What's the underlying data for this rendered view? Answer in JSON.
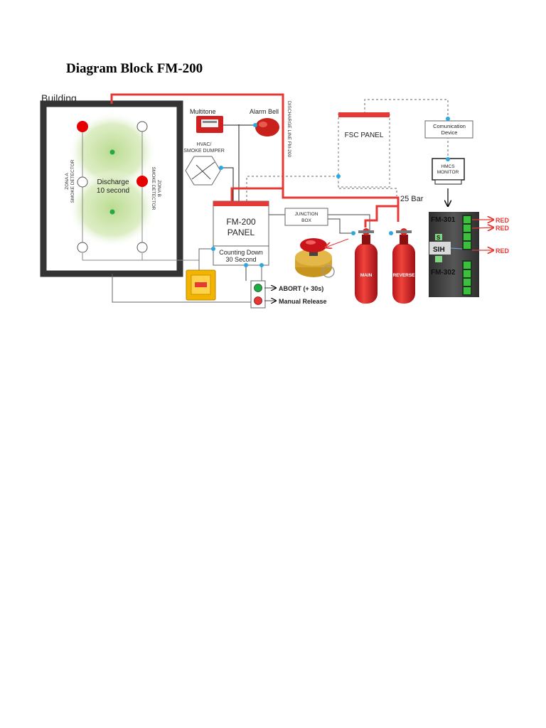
{
  "page": {
    "title": "Diagram Block FM-200"
  },
  "building": {
    "label": "Building",
    "discharge": "Discharge",
    "discharge_time": "10 second"
  },
  "zones": {
    "a_line1": "ZONA A",
    "a_line2": "SMOKE DETECTOR",
    "b_line1": "ZONA B",
    "b_line2": "SMOKE DETECTOR"
  },
  "devices": {
    "multitone": "Multitone",
    "alarm_bell": "Alarm Bell",
    "hvac_line1": "HVAC/",
    "hvac_line2": "SMOKE DUMPER",
    "discharge_line": "DISCHARGE LINE FM-200",
    "fsc_panel": "FSC PANEL",
    "comm_line1": "Comunication",
    "comm_line2": "Device",
    "hmcs_line1": "HMCS",
    "hmcs_line2": "MONITOR",
    "pressure": "25 Bar",
    "junction_line1": "JUNCTION",
    "junction_line2": "BOX",
    "fm200_line1": "FM-200",
    "fm200_line2": "PANEL",
    "countdown_line1": "Counting Down",
    "countdown_line2": "30 Second",
    "cyl_main": "MAIN",
    "cyl_reverse": "REVERSE",
    "abort": "ABORT (+ 30s)",
    "manual_release": "Manual Release"
  },
  "switch_panel": {
    "top": "FM-301",
    "bottom": "FM-302",
    "sih": "SIH",
    "s": "S",
    "red1": "RED",
    "red2": "RED",
    "red3": "RED"
  },
  "colors": {
    "pipe_red": "#e53935",
    "green_dot": "#22aa44",
    "line_gray": "#666666",
    "blue_dot": "#2aa8e0"
  }
}
